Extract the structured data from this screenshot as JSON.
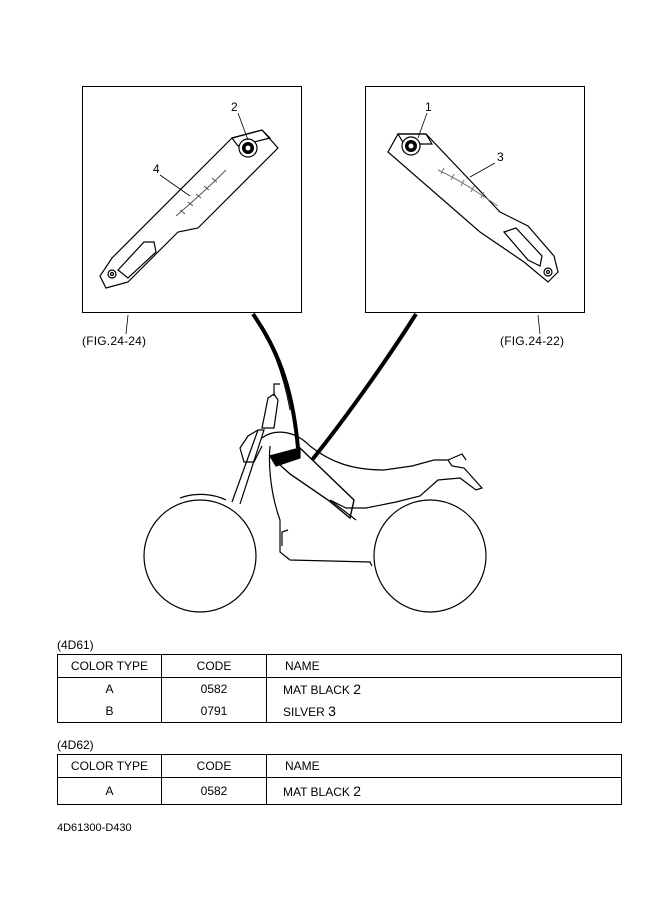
{
  "figures": [
    {
      "label": "(FIG.24-24)",
      "callouts": [
        "2",
        "4"
      ]
    },
    {
      "label": "(FIG.24-22)",
      "callouts": [
        "1",
        "3"
      ]
    }
  ],
  "tables": [
    {
      "title": "(4D61)",
      "headers": [
        "COLOR  TYPE",
        "CODE",
        "NAME"
      ],
      "rows": [
        {
          "type": "A",
          "code": "0582",
          "name": "MAT BLACK",
          "ref": "2"
        },
        {
          "type": "B",
          "code": "0791",
          "name": "SILVER",
          "ref": "3"
        }
      ]
    },
    {
      "title": "(4D62)",
      "headers": [
        "COLOR  TYPE",
        "CODE",
        "NAME"
      ],
      "rows": [
        {
          "type": "A",
          "code": "0582",
          "name": "MAT BLACK",
          "ref": "2"
        }
      ]
    }
  ],
  "document_code": "4D61300-D430",
  "colors": {
    "line": "#000000",
    "background": "#ffffff",
    "decal_text": "#7a7a7a"
  }
}
